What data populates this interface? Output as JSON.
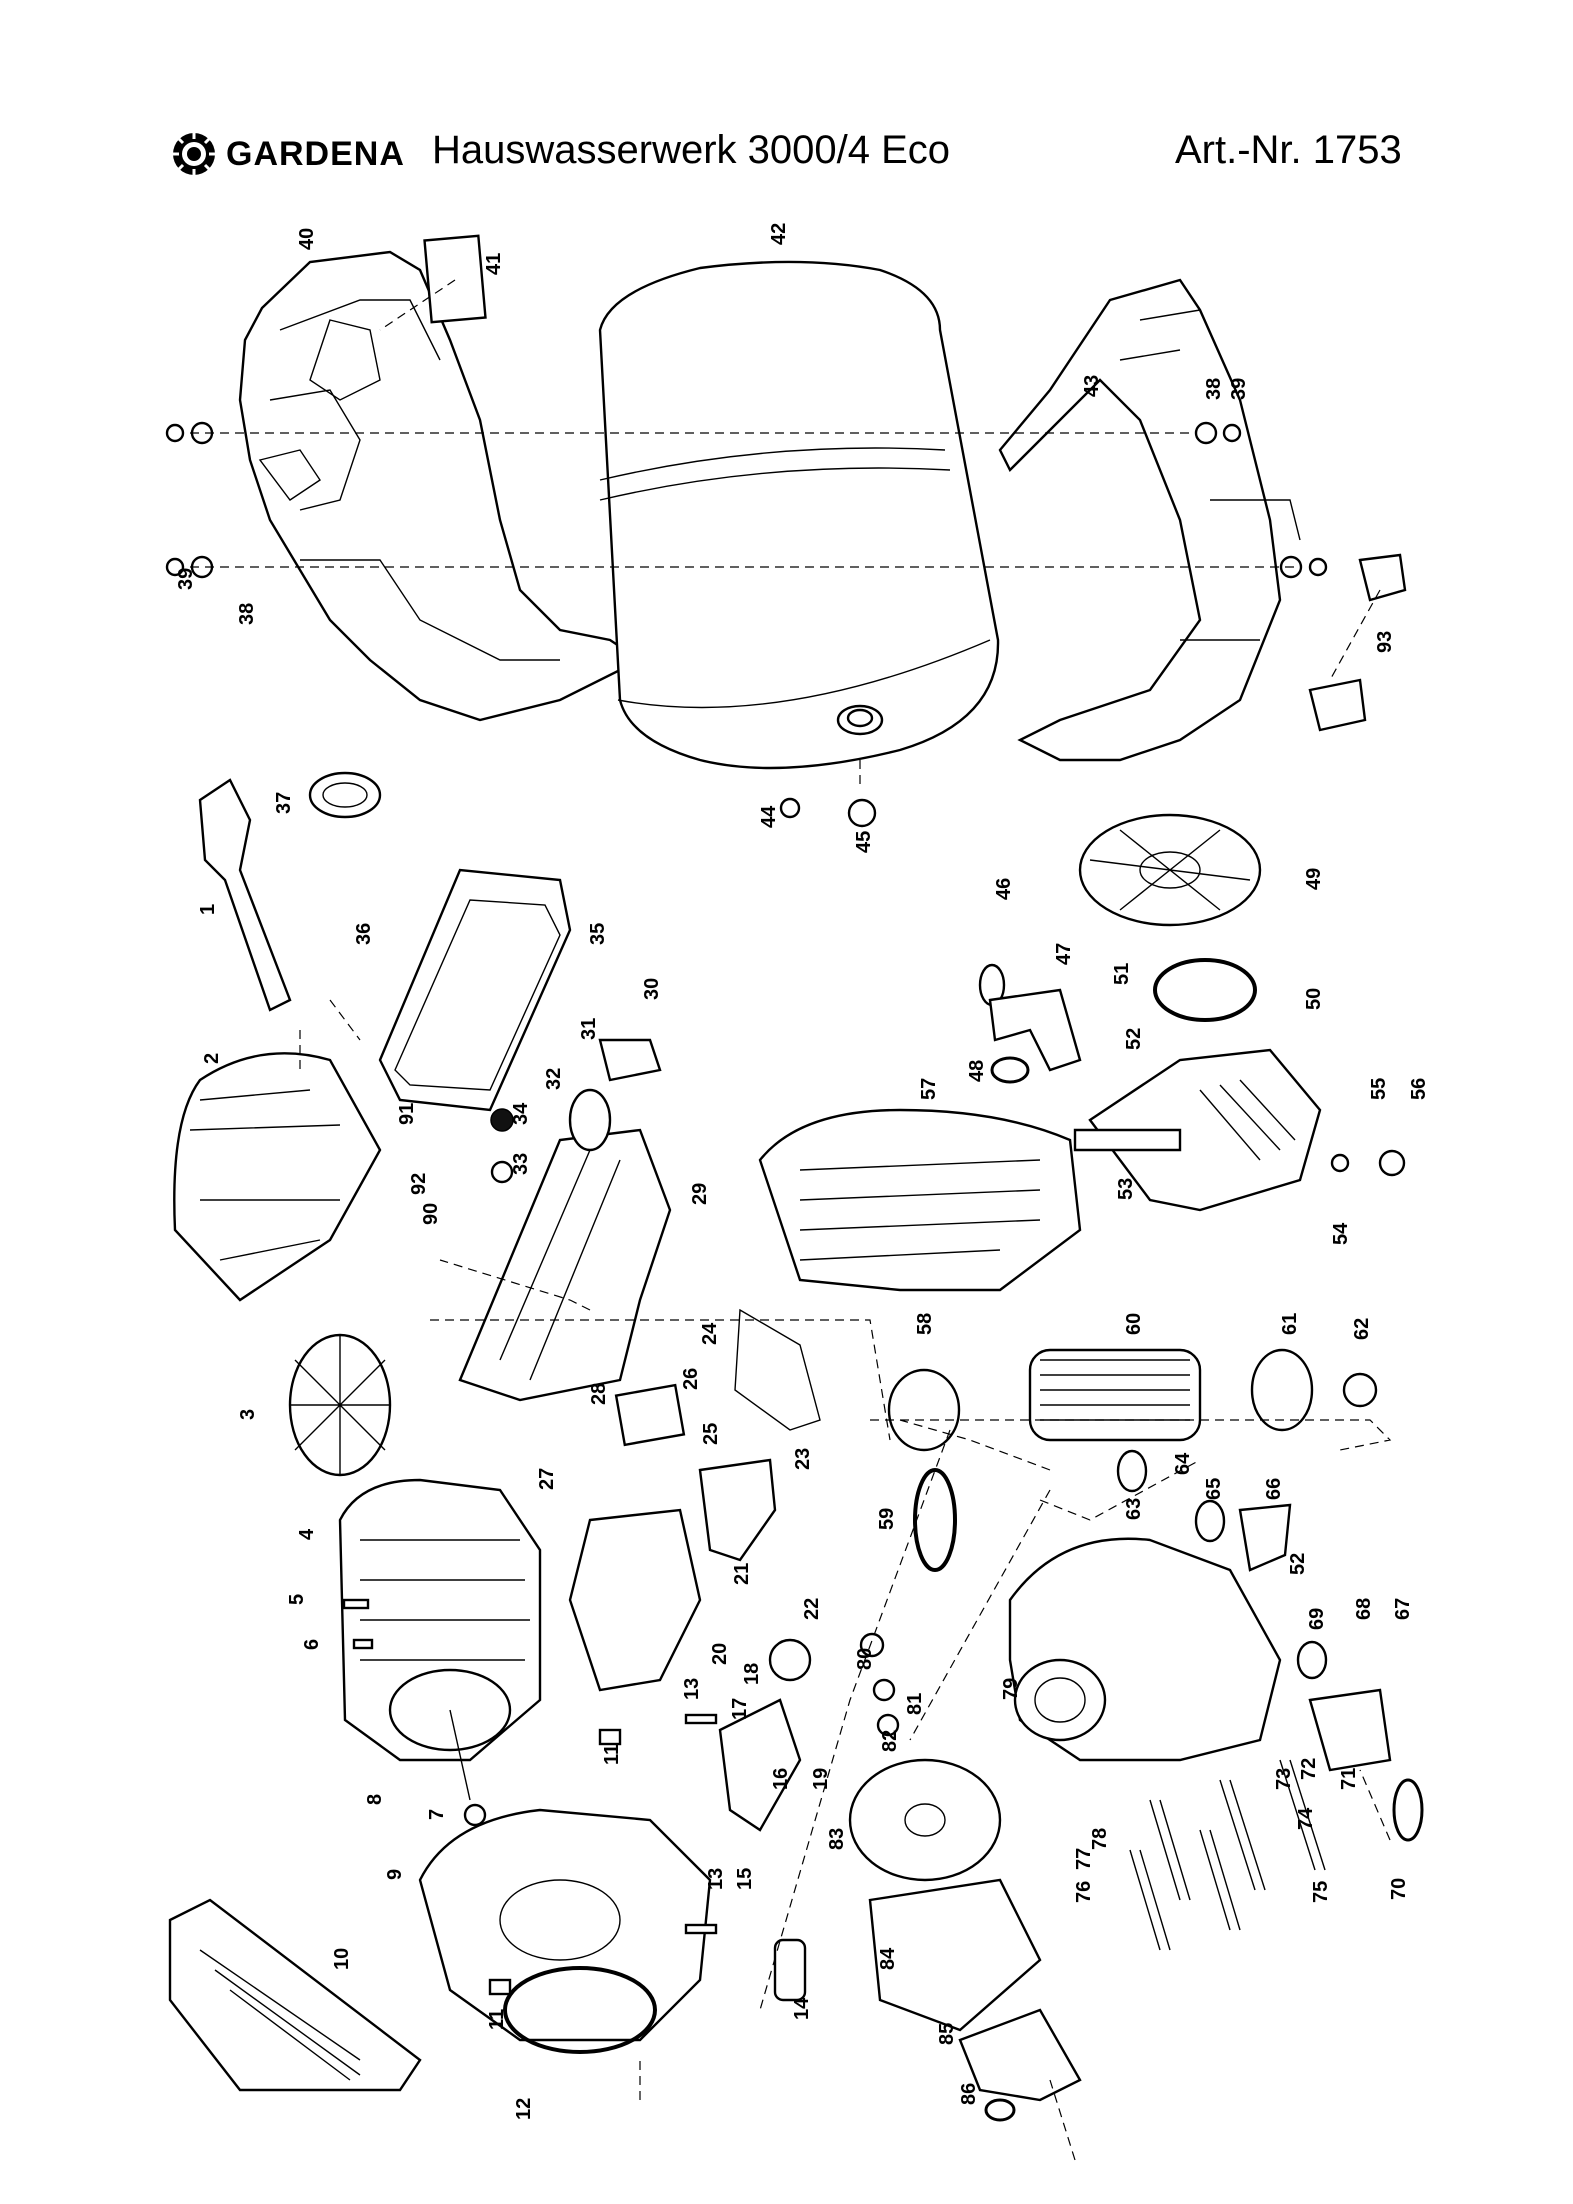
{
  "header": {
    "brand": "GARDENA",
    "product_title": "Hauswasserwerk 3000/4 Eco",
    "article_number": "Art.-Nr. 1753"
  },
  "icons": {
    "logo": "gardena-gear-logo-icon"
  },
  "callouts": {
    "1": "1",
    "2": "2",
    "3": "3",
    "4": "4",
    "5": "5",
    "6": "6",
    "7": "7",
    "8": "8",
    "9": "9",
    "10": "10",
    "11a": "11",
    "11b": "11",
    "12": "12",
    "13a": "13",
    "13b": "13",
    "14": "14",
    "15": "15",
    "16": "16",
    "17": "17",
    "18": "18",
    "19": "19",
    "20": "20",
    "21": "21",
    "22": "22",
    "23": "23",
    "24": "24",
    "25": "25",
    "26": "26",
    "27": "27",
    "28": "28",
    "29": "29",
    "30": "30",
    "31": "31",
    "32": "32",
    "33": "33",
    "34": "34",
    "35": "35",
    "36": "36",
    "37": "37",
    "38a": "38",
    "38b": "38",
    "39a": "39",
    "39b": "39",
    "40": "40",
    "41": "41",
    "42": "42",
    "43": "43",
    "44": "44",
    "45": "45",
    "46": "46",
    "47": "47",
    "48": "48",
    "49": "49",
    "50": "50",
    "51": "51",
    "52a": "52",
    "52b": "52",
    "53": "53",
    "54": "54",
    "55": "55",
    "56": "56",
    "57": "57",
    "58": "58",
    "59": "59",
    "60": "60",
    "61": "61",
    "62": "62",
    "63": "63",
    "64": "64",
    "65": "65",
    "66": "66",
    "67": "67",
    "68": "68",
    "69": "69",
    "70": "70",
    "71": "71",
    "72": "72",
    "73": "73",
    "74": "74",
    "75": "75",
    "76": "76",
    "77": "77",
    "78": "78",
    "79": "79",
    "80": "80",
    "81": "81",
    "82": "82",
    "83": "83",
    "84": "84",
    "85": "85",
    "86": "86",
    "90": "90",
    "91": "91",
    "92": "92",
    "93": "93"
  }
}
